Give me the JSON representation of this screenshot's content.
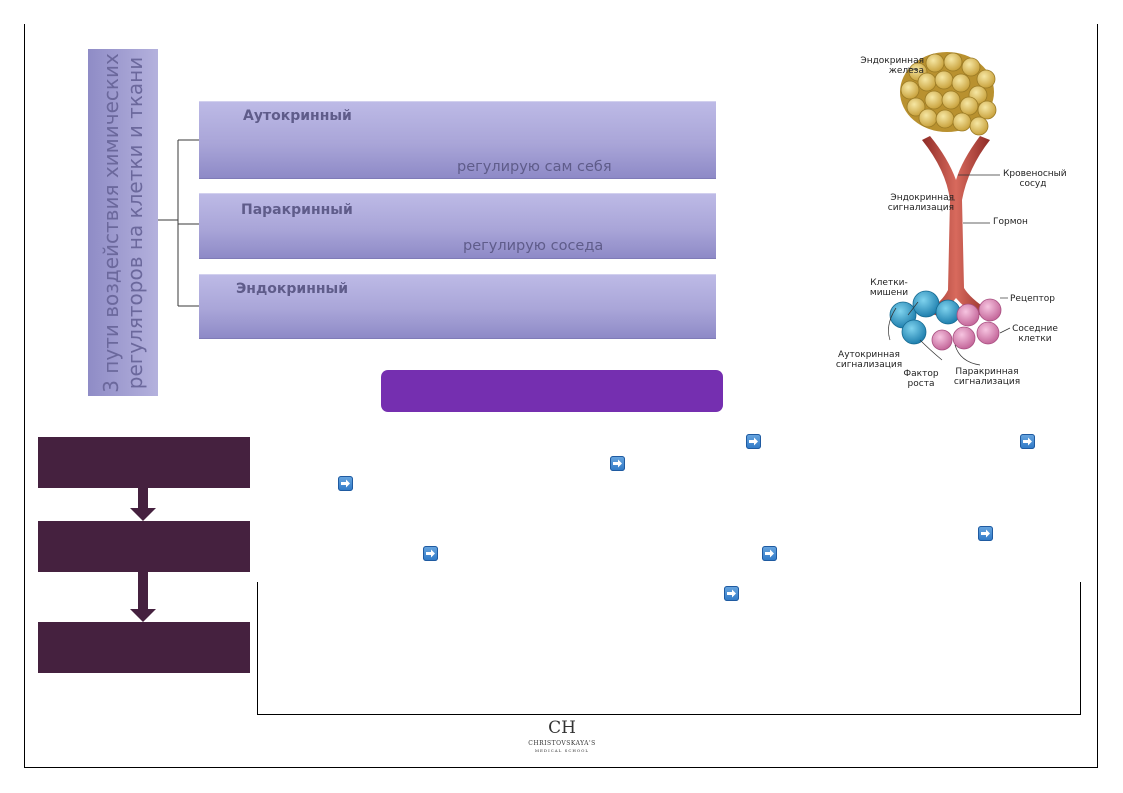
{
  "side_title": "3 пути воздействия химических регуляторов на клетки и ткани",
  "pathways": [
    {
      "title": "Аутокринный",
      "subtitle": "регулирую сам себя"
    },
    {
      "title": "Паракринный",
      "subtitle": "регулирую соседа"
    },
    {
      "title": "Эндокринный",
      "subtitle": ""
    }
  ],
  "figure_labels": {
    "gland": "Эндокринная\nжелеза",
    "vessel": "Кровеносный\nсосуд",
    "endocrine_signal": "Эндокринная\nсигнализация",
    "hormone": "Гормон",
    "target_cells": "Клетки-\nмишени",
    "receptor": "Рецептор",
    "neighbor_cells": "Соседние\nклетки",
    "autocrine_signal": "Аутокринная\nсигнализация",
    "growth_factor": "Фактор\nроста",
    "paracrine_signal": "Паракринная\nсигнализация"
  },
  "logo": {
    "mark": "CH",
    "name": "CHRISTOVSKAYA'S",
    "school": "MEDICAL SCHOOL"
  },
  "colors": {
    "box_purple": "#a9a5d8",
    "bar_purple": "#752fb0",
    "step_dark": "#45213f",
    "vessel_red": "#b8413a"
  },
  "icons": [
    "arrow-right-icon"
  ]
}
